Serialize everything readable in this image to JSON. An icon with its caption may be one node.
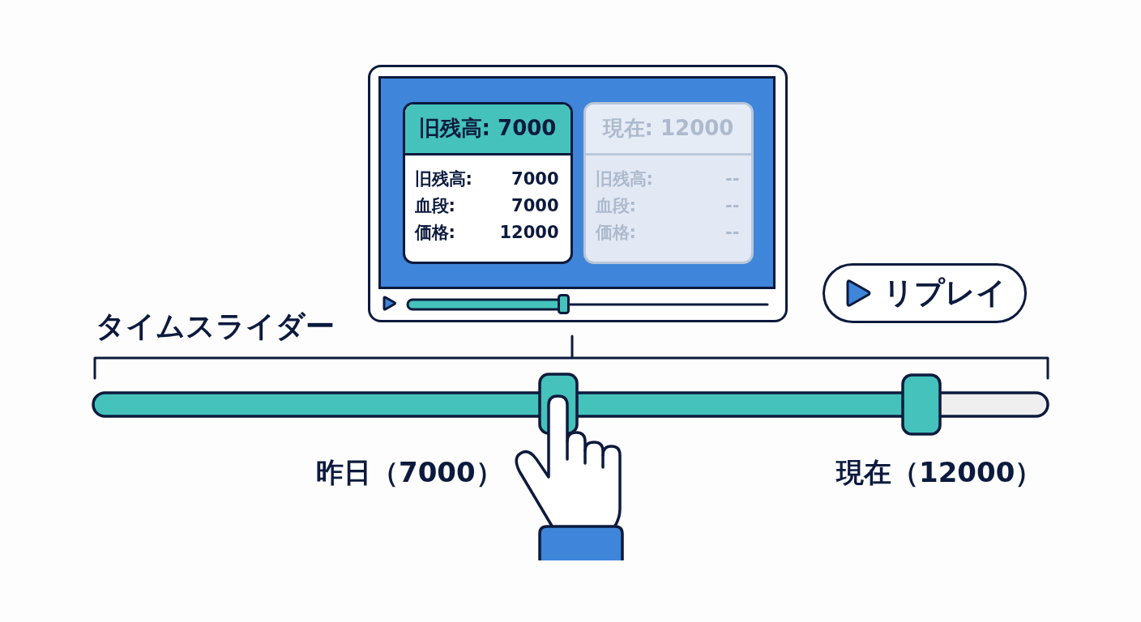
{
  "diagram": {
    "nodes": [
      {
        "text": [],
        "shape": "box"
      },
      {
        "text": [
          "旧残高: 7000",
          "旧残高:",
          "7000",
          "血段:",
          "7000",
          "価格:",
          "12000"
        ],
        "in": 0
      },
      {
        "text": [
          "現在: 12000",
          "旧残高:",
          "--",
          "血段:",
          "--",
          "価格:",
          "--"
        ],
        "in": 0
      },
      {
        "text": [
          "リプレイ"
        ]
      }
    ],
    "labels": [
      "タイムスライダー",
      "昨日（7000）",
      "現在（12000）"
    ]
  }
}
